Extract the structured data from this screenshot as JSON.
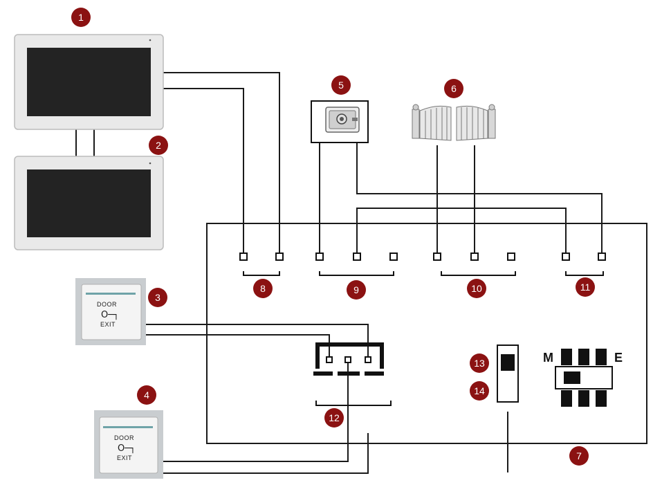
{
  "labels": {
    "n1": "1",
    "n2": "2",
    "n3": "3",
    "n4": "4",
    "n5": "5",
    "n6": "6",
    "n7": "7",
    "n8": "8",
    "n9": "9",
    "n10": "10",
    "n11": "11",
    "n12": "12",
    "n13": "13",
    "n14": "14"
  },
  "exit_button": {
    "line1": "DOOR",
    "key": "O─┐",
    "line2": "EXIT"
  },
  "switch": {
    "left": "M",
    "right": "E"
  },
  "colors": {
    "badge": "#8b1212",
    "wire": "#1a1a1a",
    "screen": "#232323",
    "monitor_frame": "#e9e9e9"
  },
  "icons": {
    "lock": "electric-lock-icon",
    "gate": "gate-icon",
    "button": "exit-button-icon"
  }
}
